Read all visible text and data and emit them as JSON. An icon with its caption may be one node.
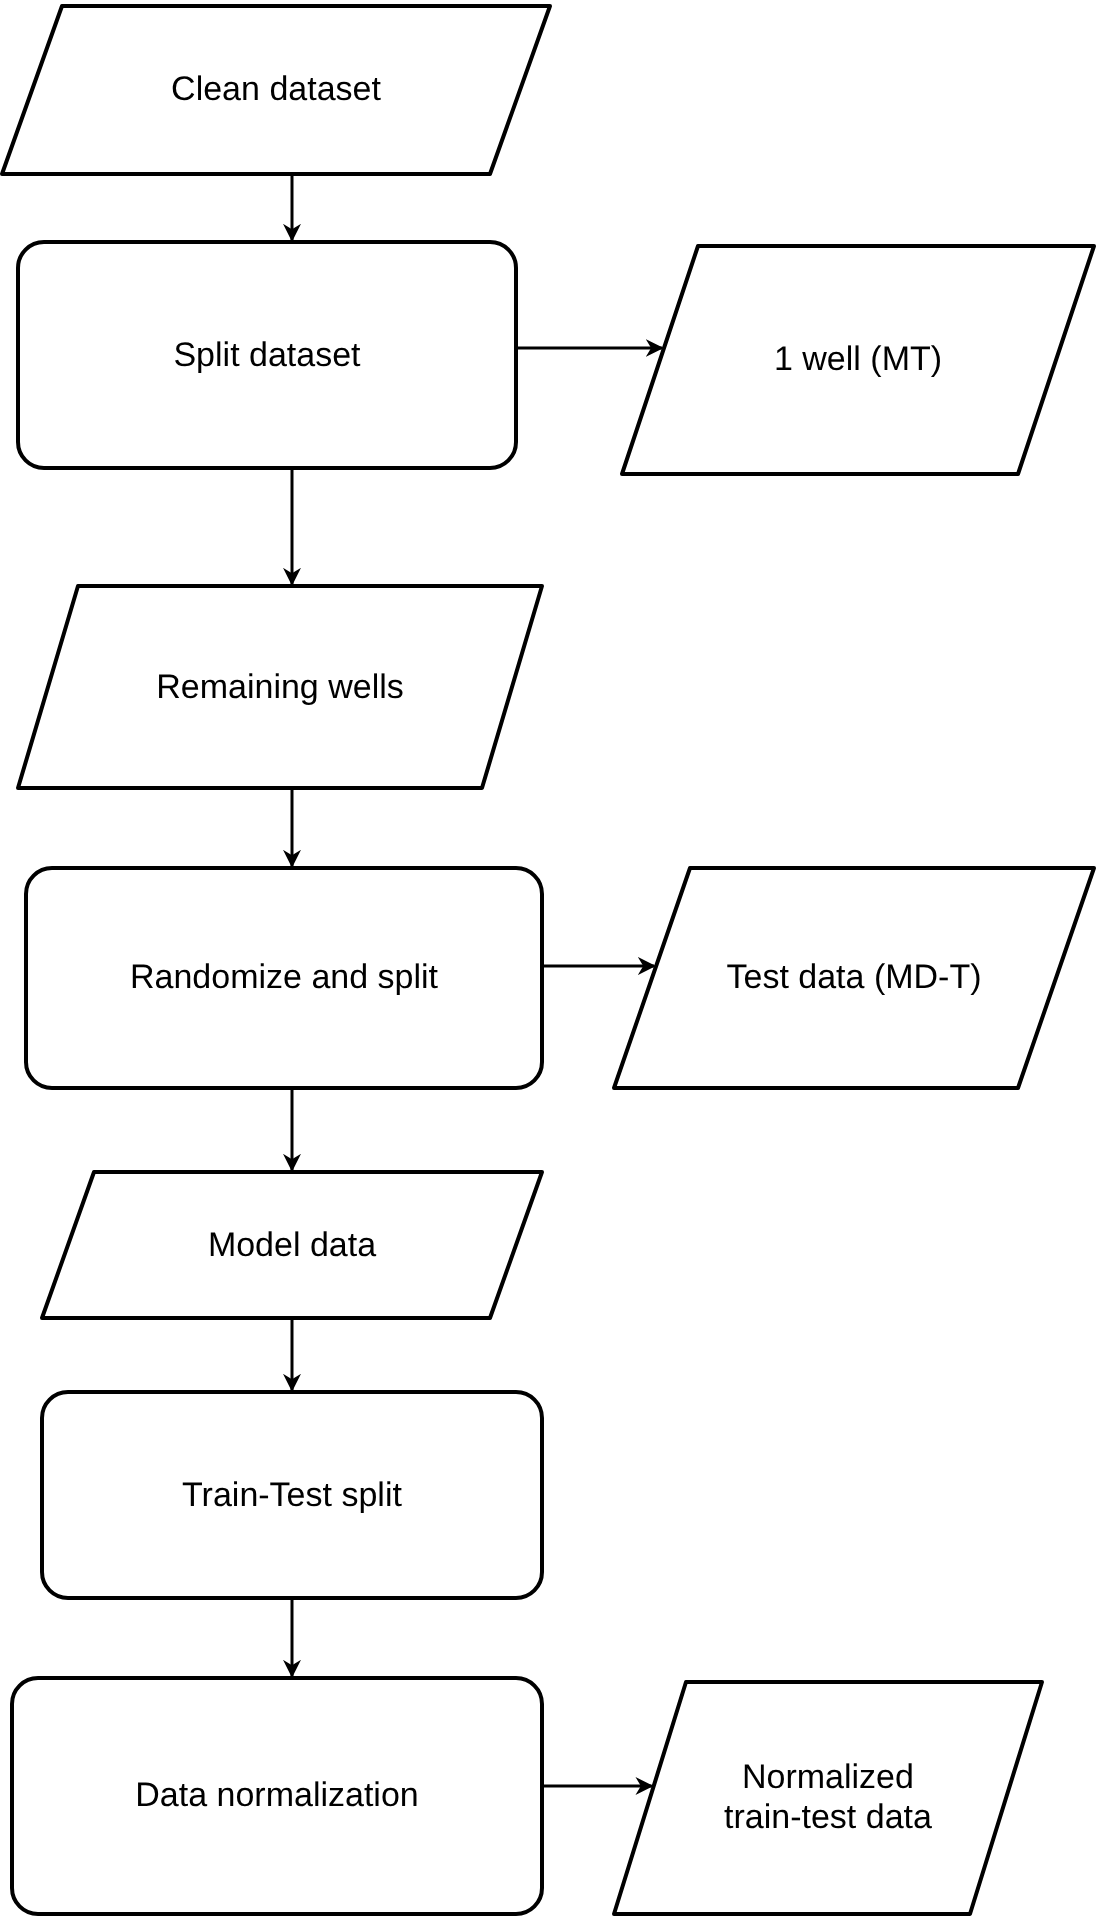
{
  "diagram": {
    "nodes": [
      {
        "text": [
          "Clean dataset"
        ]
      },
      {
        "text": [
          "Split dataset"
        ]
      },
      {
        "text": [
          "1 well (MT)"
        ]
      },
      {
        "text": [
          "Remaining wells"
        ]
      },
      {
        "text": [
          "Randomize and split"
        ]
      },
      {
        "text": [
          "Test data (MD-T)"
        ]
      },
      {
        "text": [
          "Model data"
        ]
      },
      {
        "text": [
          "Train-Test split"
        ]
      },
      {
        "text": [
          "Data normalization"
        ]
      },
      {
        "text": [
          "Normalized train-test data"
        ]
      }
    ],
    "edges": [
      {
        "from": 0,
        "to": 1,
        "arrow": "to"
      },
      {
        "from": 1,
        "to": 2,
        "arrow": "to"
      },
      {
        "from": 1,
        "to": 3,
        "arrow": "to"
      },
      {
        "from": 3,
        "to": 4,
        "arrow": "to"
      },
      {
        "from": 4,
        "to": 5,
        "arrow": "to"
      },
      {
        "from": 4,
        "to": 6,
        "arrow": "to"
      },
      {
        "from": 6,
        "to": 7,
        "arrow": "to"
      },
      {
        "from": 7,
        "to": 8,
        "arrow": "to"
      },
      {
        "from": 8,
        "to": 9,
        "arrow": "to"
      }
    ]
  }
}
